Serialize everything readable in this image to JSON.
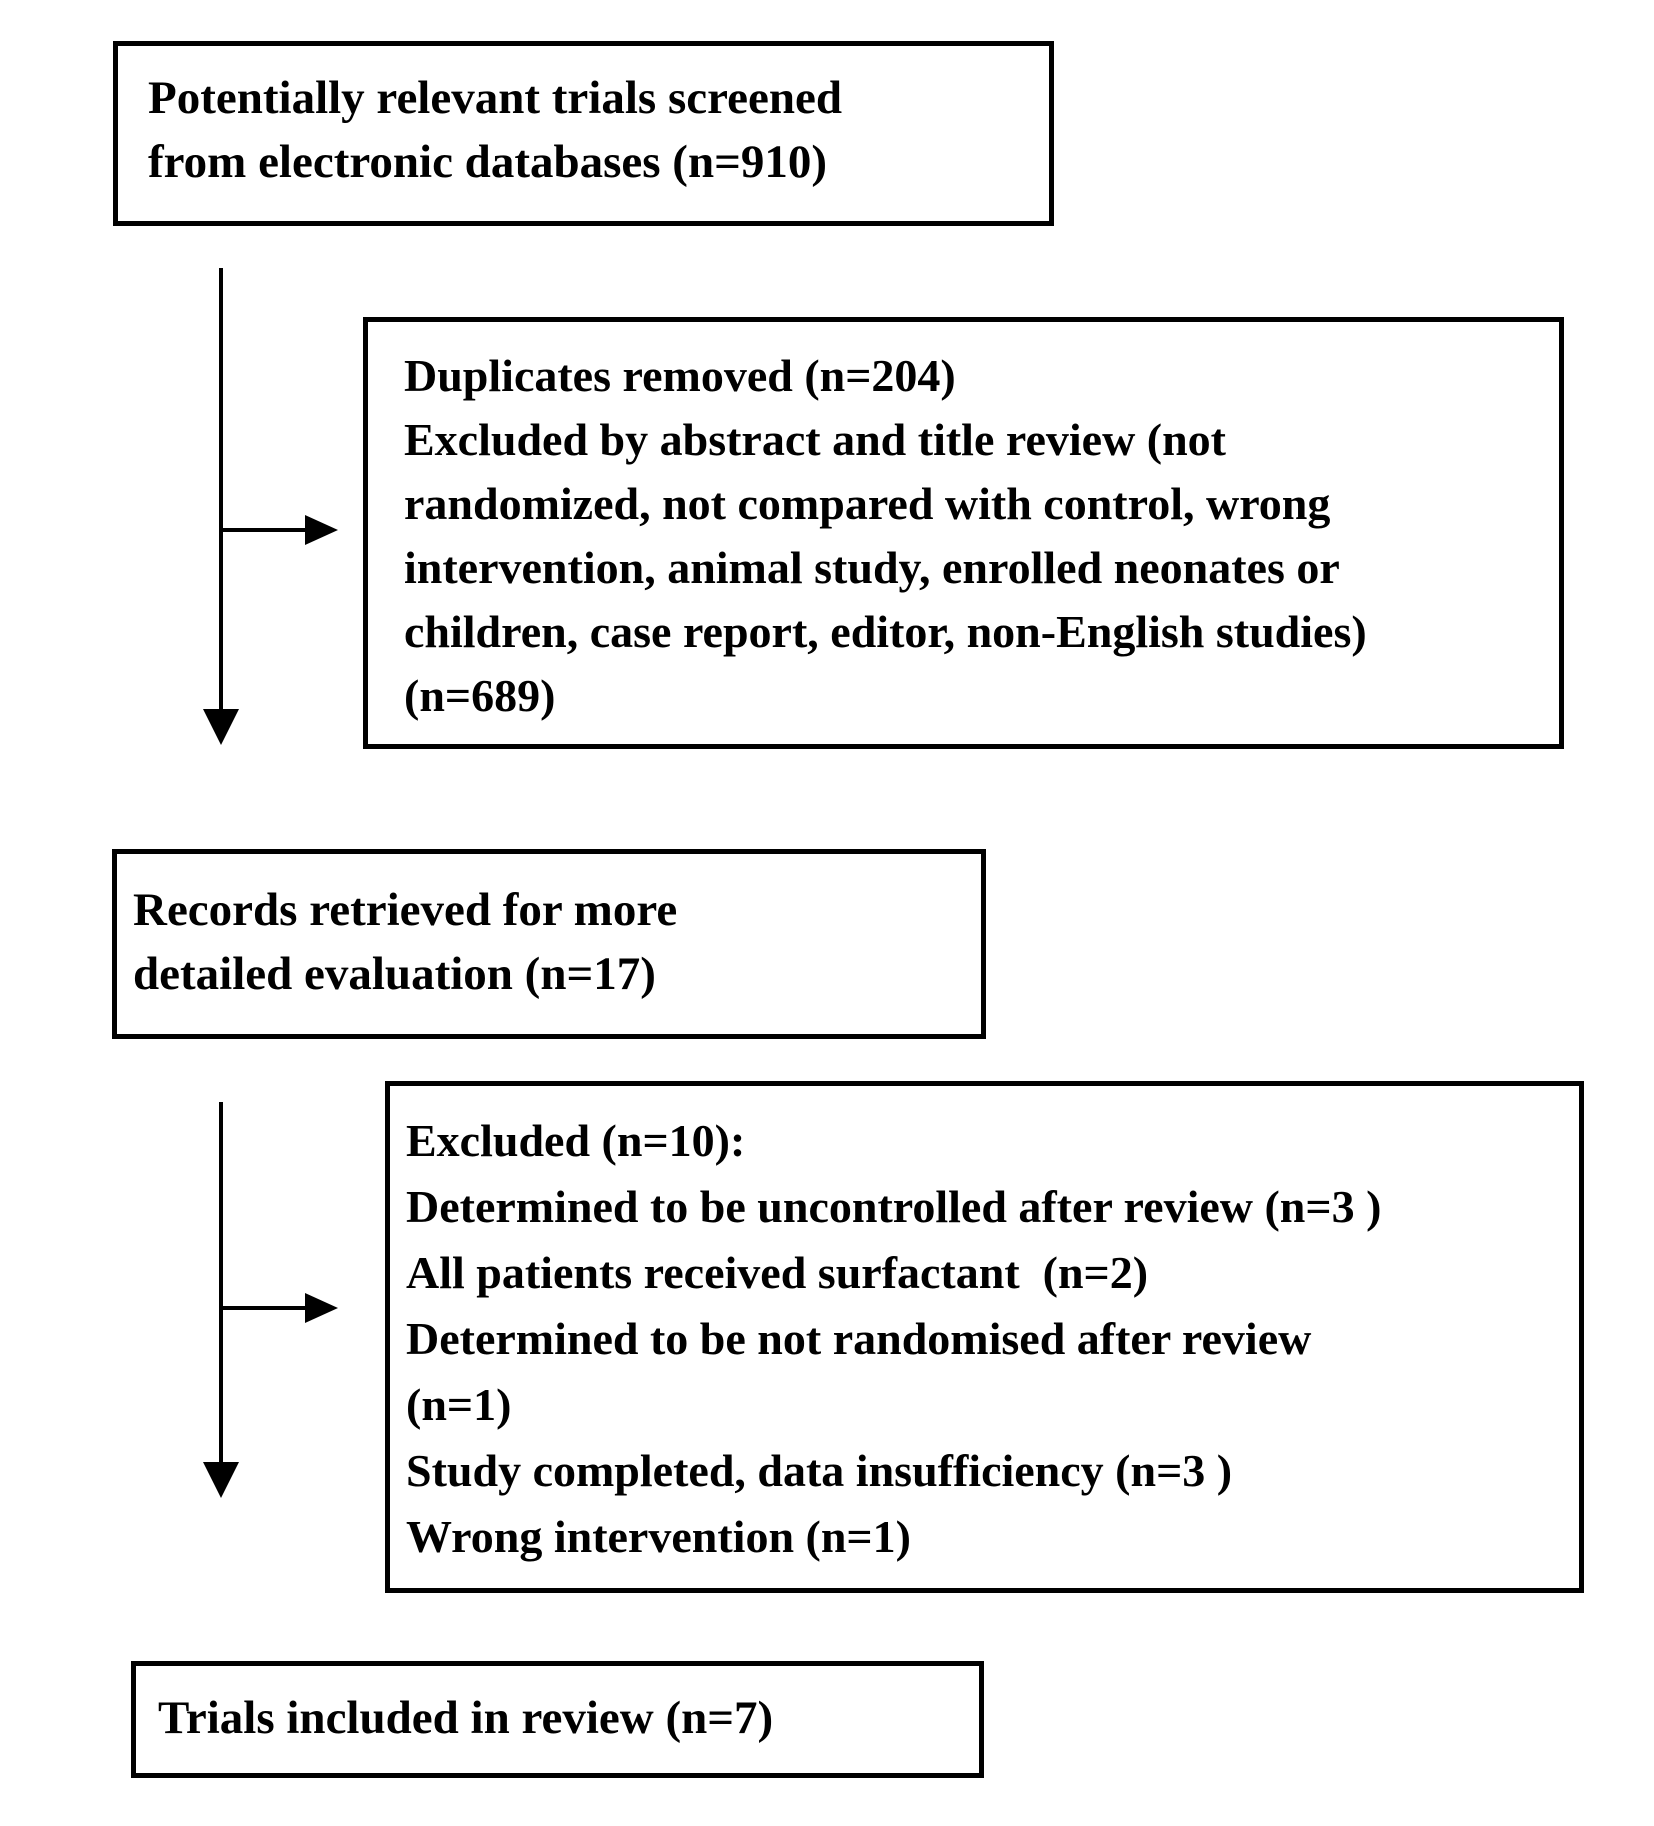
{
  "boxes": {
    "screened": {
      "lines": [
        "Potentially relevant trials screened",
        "from electronic databases (n=910)"
      ]
    },
    "duplicates_and_abstract_exclusions": {
      "lines": [
        "Duplicates removed (n=204)",
        "Excluded by abstract and title review (not",
        "randomized, not compared with control, wrong",
        "intervention, animal study, enrolled neonates or",
        "children, case report, editor, non-English studies)",
        "(n=689)"
      ]
    },
    "retrieved": {
      "lines": [
        "Records retrieved for more",
        "detailed evaluation (n=17)"
      ]
    },
    "detailed_exclusions": {
      "lines": [
        "Excluded (n=10):",
        "Determined to be uncontrolled after review (n=3 )",
        "All patients received surfactant  (n=2)",
        "Determined to be not randomised after review",
        "(n=1)",
        "Study completed, data insufficiency (n=3 )",
        "Wrong intervention (n=1)"
      ]
    },
    "included": {
      "lines": [
        "Trials included in review (n=7)"
      ]
    }
  },
  "counts": {
    "screened": 910,
    "duplicates_removed": 204,
    "excluded_by_abstract_and_title": 689,
    "retrieved_for_detailed_evaluation": 17,
    "excluded_after_detailed_evaluation": 10,
    "included_in_review": 7
  },
  "colors": {
    "line": "#000000",
    "background": "#ffffff"
  }
}
